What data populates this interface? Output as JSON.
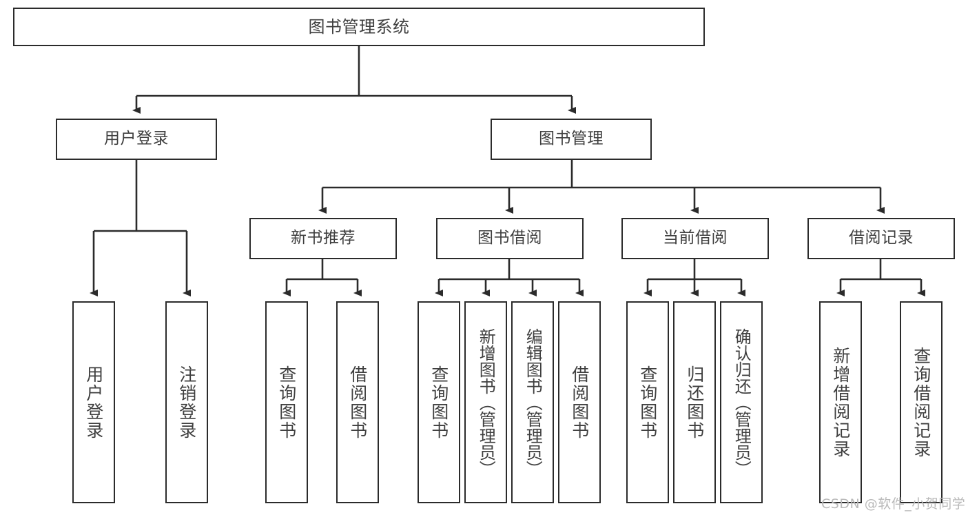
{
  "diagram": {
    "type": "hierarchy-tree",
    "title": "图书管理系统",
    "watermark": "CSDN @软件_小贺同学",
    "colors": {
      "stroke": "#2b2b2b",
      "text": "#3f3f3f",
      "background": "#ffffff",
      "watermark": "#b9b9b9"
    },
    "nodes": {
      "root": {
        "label": "图书管理系统"
      },
      "level2": [
        {
          "label": "用户登录"
        },
        {
          "label": "图书管理"
        }
      ],
      "level3": [
        {
          "label": "新书推荐"
        },
        {
          "label": "图书借阅"
        },
        {
          "label": "当前借阅"
        },
        {
          "label": "借阅记录"
        }
      ],
      "leaves": {
        "user_login": [
          {
            "label": "用户登录"
          },
          {
            "label": "注销登录"
          }
        ],
        "new_book": [
          {
            "label": "查询图书"
          },
          {
            "label": "借阅图书"
          }
        ],
        "book_borrow": [
          {
            "label": "查询图书"
          },
          {
            "label": "新增图书（管理员）"
          },
          {
            "label": "编辑图书（管理员）"
          },
          {
            "label": "借阅图书"
          }
        ],
        "current_borrow": [
          {
            "label": "查询图书"
          },
          {
            "label": "归还图书"
          },
          {
            "label": "确认归还（管理员）"
          }
        ],
        "borrow_record": [
          {
            "label": "新增借阅记录"
          },
          {
            "label": "查询借阅记录"
          }
        ]
      }
    }
  }
}
